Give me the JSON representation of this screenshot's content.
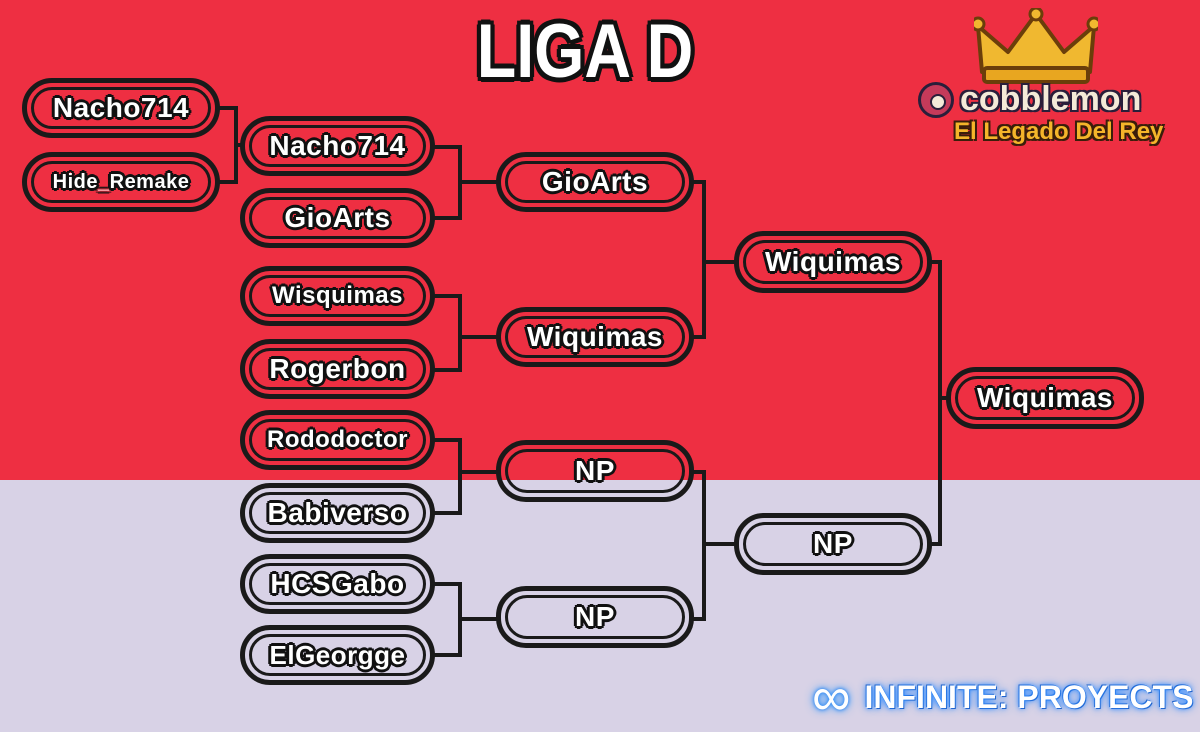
{
  "title": "LIGA D",
  "logo": {
    "brand": "cobblemon",
    "subtitle": "El Legado Del Rey",
    "crown_color": "#F0B830",
    "pokeball_color": "#C53A5A"
  },
  "footer_brand": "INFINITE: PROYECTS",
  "footer_icon": "infinity-icon",
  "colors": {
    "top_background": "#EE2F42",
    "bottom_background": "#D8D2E6",
    "slot_border": "#1A1A1A",
    "text": "#FFFFFF"
  },
  "bracket": {
    "preliminary": [
      "Nacho714",
      "Hide_Remake"
    ],
    "round_of_16": [
      "Nacho714",
      "GioArts",
      "Wisquimas",
      "Rogerbon",
      "Rododoctor",
      "Babiverso",
      "HCSGabo",
      "ElGeorgge"
    ],
    "quarterfinals": [
      "GioArts",
      "Wiquimas",
      "NP",
      "NP"
    ],
    "semifinals": [
      "Wiquimas",
      "NP"
    ],
    "final": "Wiquimas"
  }
}
